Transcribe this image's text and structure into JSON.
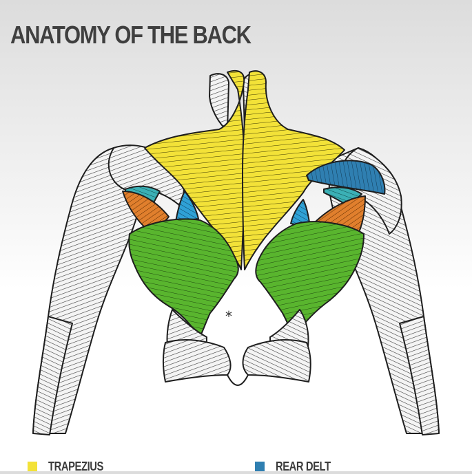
{
  "title": "ANATOMY OF THE BACK",
  "legend": [
    {
      "label": "TRAPEZIUS",
      "color": "#f3e238"
    },
    {
      "label": "REAR DELT",
      "color": "#2f7fb1"
    }
  ],
  "colors": {
    "trapezius": "#f3e238",
    "rear_delt": "#2f7fb1",
    "lats": "#59b52e",
    "rhomboid": "#2fa1d6",
    "teres": "#e07f2d",
    "infraspinatus": "#3bb0b5",
    "other_muscle": "#f4f4f4",
    "outline": "#1e1e1e"
  },
  "marker": "*"
}
